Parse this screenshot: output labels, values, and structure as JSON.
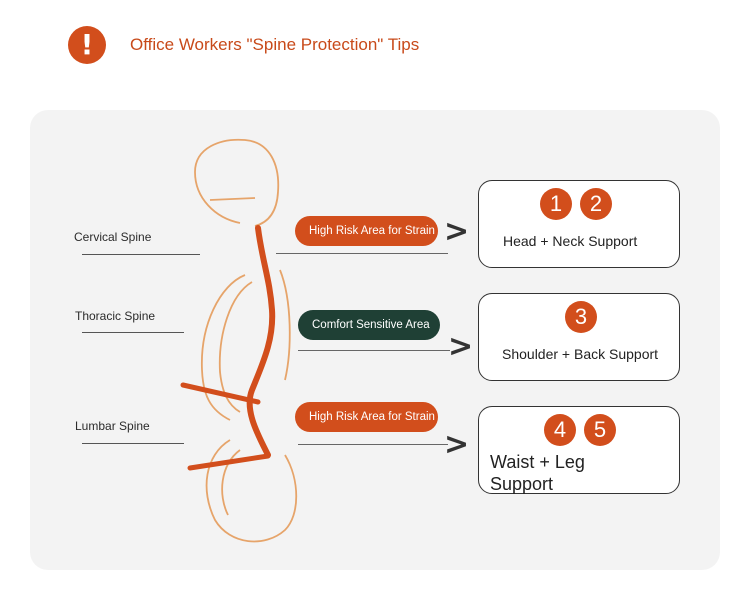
{
  "header": {
    "title": "Office Workers \"Spine Protection\" Tips",
    "icon": "exclamation-icon"
  },
  "colors": {
    "accent": "#d24e1c",
    "comfort": "#1f4035",
    "panel": "#f3f3f3"
  },
  "spine_labels": [
    "Cervical Spine",
    "Thoracic Spine",
    "Lumbar Spine"
  ],
  "zones": [
    {
      "label": "High Risk Area for Strain",
      "kind": "risk"
    },
    {
      "label": "Comfort Sensitive Area",
      "kind": "comfort"
    },
    {
      "label": "High Risk Area for Strain",
      "kind": "risk"
    }
  ],
  "arrow_symbol": ">",
  "cards": [
    {
      "badges": [
        "1",
        "2"
      ],
      "text": "Head + Neck Support"
    },
    {
      "badges": [
        "3"
      ],
      "text": "Shoulder + Back Support"
    },
    {
      "badges": [
        "4",
        "5"
      ],
      "text": "Waist + Leg Support"
    }
  ]
}
